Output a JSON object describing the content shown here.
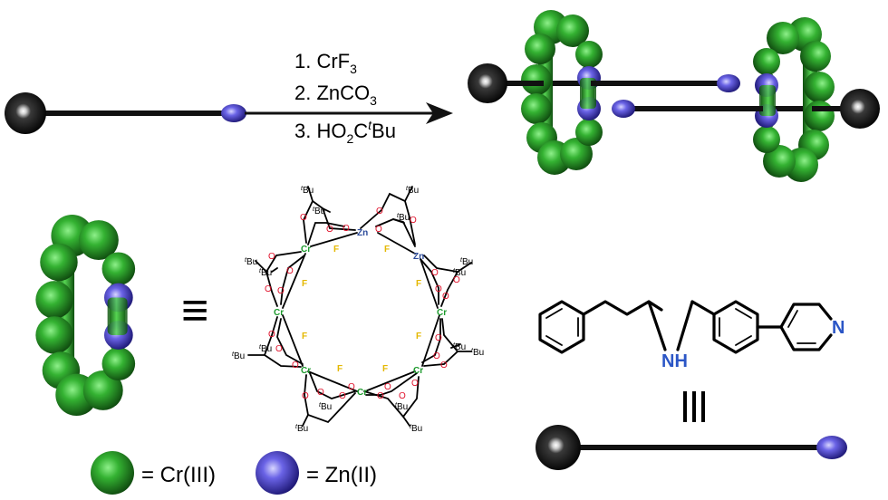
{
  "reaction": {
    "step1_prefix": "1. CrF",
    "step1_sub": "3",
    "step2_prefix": "2. ZnCO",
    "step2_sub": "3",
    "step3_a": "3. HO",
    "step3_sub": "2",
    "step3_b": "C",
    "step3_sup": "t",
    "step3_c": "Bu"
  },
  "legend": {
    "cr_label": "= Cr(III)",
    "zn_label": "= Zn(II)"
  },
  "equivalence": {
    "ring_symbol": "≡",
    "thread_symbol": "≡"
  },
  "ring_structure": {
    "metal_cr": "Cr",
    "metal_zn": "Zn",
    "oxygen": "O",
    "fluorine": "F",
    "tbu_t": "t",
    "tbu_bu": "Bu"
  },
  "thread_structure": {
    "nh": "NH",
    "n": "N"
  },
  "colors": {
    "cr_sphere": "#1f8f1f",
    "zn_sphere": "#5a52d6",
    "stopper": "#111111",
    "oxygen": "#e0102a",
    "fluorine": "#e4b800",
    "chromium": "#1c9a2c",
    "zinc": "#2b4a9a",
    "nitrogen": "#2b56c6"
  }
}
